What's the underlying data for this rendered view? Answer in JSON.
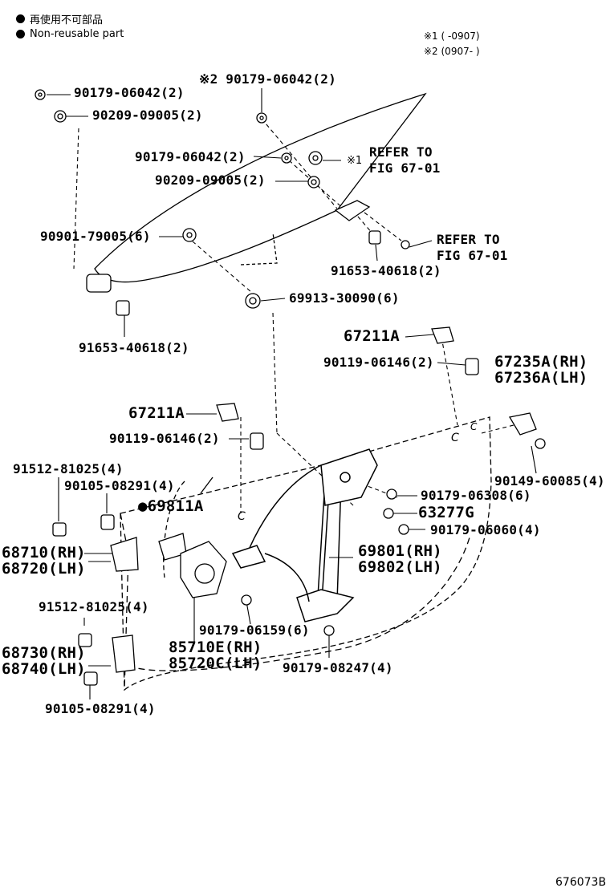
{
  "legend": {
    "jp": "再使用不可部品",
    "en": "Non-reusable part"
  },
  "notes": {
    "n1": "※1 (    -0907)",
    "n2": "※2 (0907-    )"
  },
  "labels": {
    "p90179_06042_a": "90179-06042(2)",
    "p90209_09005_a": "90209-09005(2)",
    "p90179_06042_b": "※2 90179-06042(2)",
    "p90179_06042_c": "90179-06042(2)",
    "mark1": "※1",
    "refer1_line1": "REFER TO",
    "refer1_line2": "FIG 67-01",
    "p90209_09005_b": "90209-09005(2)",
    "p90901_79005": "90901-79005(6)",
    "refer2_line1": "REFER TO",
    "refer2_line2": "FIG 67-01",
    "p91653_40618_a": "91653-40618(2)",
    "p69913_30090": "69913-30090(6)",
    "p91653_40618_b": "91653-40618(2)",
    "p67211A_a": "67211A",
    "p90119_06146_a": "90119-06146(2)",
    "p67235A": "67235A(RH)",
    "p67236A": "67236A(LH)",
    "p67211A_b": "67211A",
    "p90119_06146_b": "90119-06146(2)",
    "p91512_81025_a": "91512-81025(4)",
    "p90105_08291_a": "90105-08291(4)",
    "p69811A": "●69811A",
    "p90149_60085": "90149-60085(4)",
    "p90179_06308": "90179-06308(6)",
    "p63277G": "63277G",
    "p90179_06060": "90179-06060(4)",
    "p68710": "68710(RH)",
    "p68720": "68720(LH)",
    "p69801": "69801(RH)",
    "p69802": "69802(LH)",
    "p91512_81025_b": "91512-81025(4)",
    "p90179_06159": "90179-06159(6)",
    "p68730": "68730(RH)",
    "p68740": "68740(LH)",
    "p85710E": "85710E(RH)",
    "p85720C": "85720C(LH)",
    "p90179_08247": "90179-08247(4)",
    "p90105_08291_b": "90105-08291(4)",
    "c_a": "C",
    "c_b": "C",
    "c_c": "C"
  },
  "figure_id": "676073B"
}
